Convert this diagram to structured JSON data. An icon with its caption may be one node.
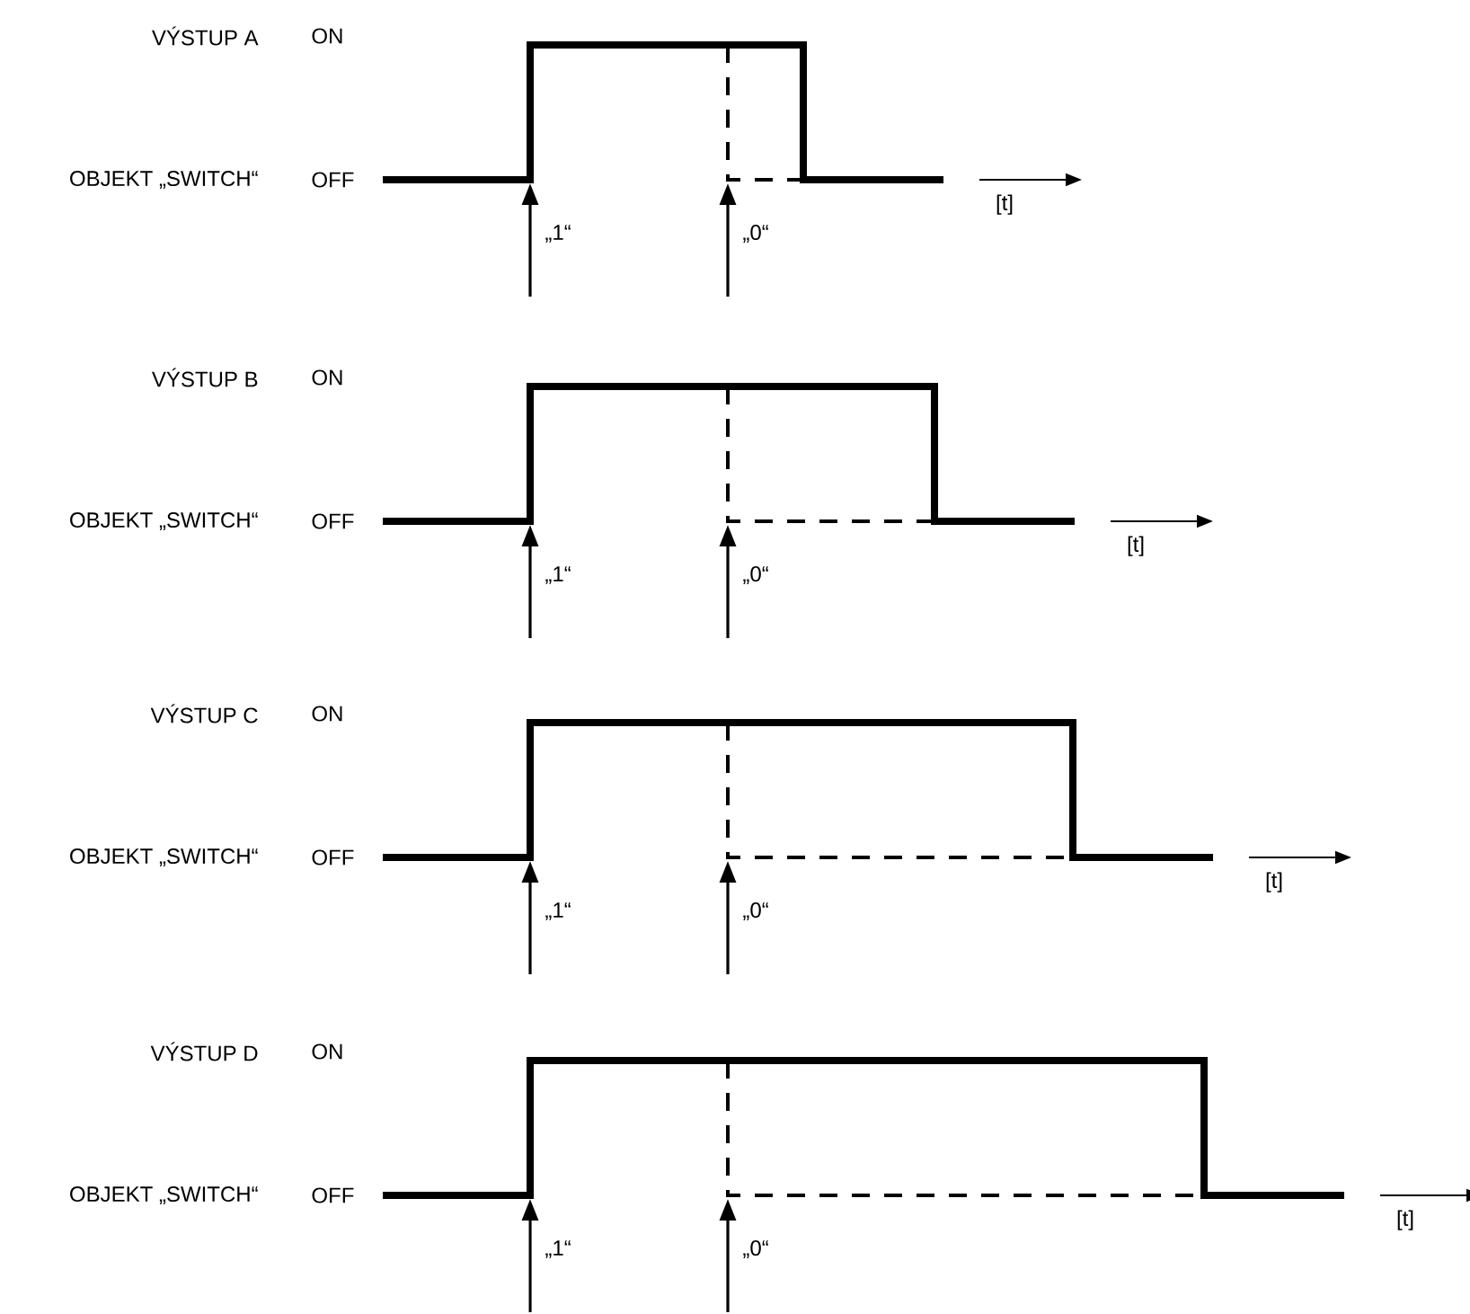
{
  "diagram": {
    "labels": [
      "VÝSTUP A",
      "ON",
      "OBJEKT „SWITCH“",
      "OFF",
      "[t]",
      "„1“",
      "„0“",
      "VÝSTUP B",
      "ON",
      "OBJEKT „SWITCH“",
      "OFF",
      "[t]",
      "„1“",
      "„0“",
      "VÝSTUP C",
      "ON",
      "OBJEKT „SWITCH“",
      "OFF",
      "[t]",
      "„1“",
      "„0“",
      "VÝSTUP D",
      "ON",
      "OBJEKT „SWITCH“",
      "OFF",
      "[t]",
      "„1“",
      "„0“"
    ]
  }
}
